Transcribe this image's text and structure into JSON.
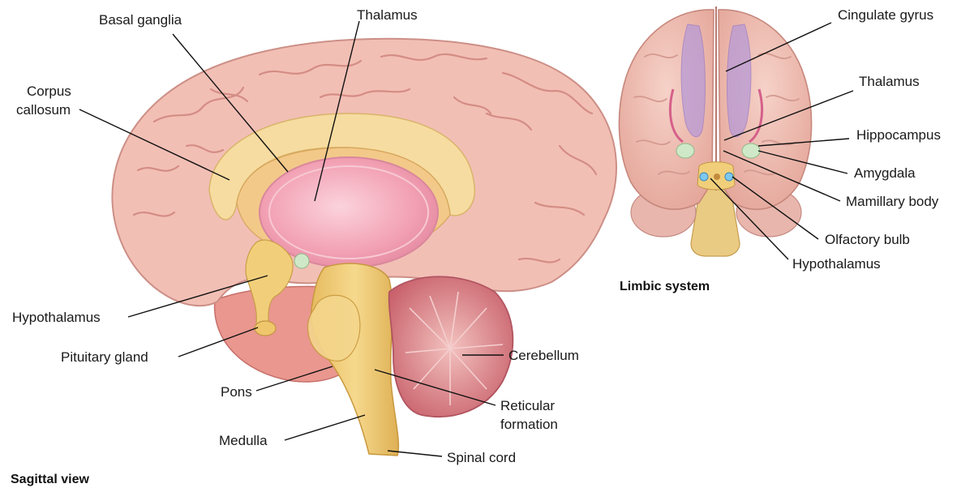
{
  "sagittal": {
    "caption": "Sagittal view",
    "labels": {
      "basal_ganglia": "Basal ganglia",
      "thalamus": "Thalamus",
      "corpus_callosum_line1": "Corpus",
      "corpus_callosum_line2": "callosum",
      "hypothalamus": "Hypothalamus",
      "pituitary_gland": "Pituitary gland",
      "pons": "Pons",
      "medulla": "Medulla",
      "spinal_cord": "Spinal cord",
      "reticular_line1": "Reticular",
      "reticular_line2": "formation",
      "cerebellum": "Cerebellum"
    }
  },
  "limbic": {
    "caption": "Limbic system",
    "labels": {
      "cingulate_gyrus": "Cingulate gyrus",
      "thalamus": "Thalamus",
      "hippocampus": "Hippocampus",
      "amygdala": "Amygdala",
      "mamillary_body": "Mamillary body",
      "olfactory_bulb": "Olfactory bulb",
      "hypothalamus": "Hypothalamus"
    }
  },
  "colors": {
    "cortex": "#f2bfb5",
    "cortex_fold": "#d98f86",
    "white_matter": "#f6dca0",
    "thalamus": "#f4a9b8",
    "brainstem": "#f1cf7a",
    "cerebellum": "#d9737a",
    "limbic_purple": "#b79ad6",
    "limbic_green": "#cfe9c8",
    "bulb_blue": "#7ec8f0"
  }
}
